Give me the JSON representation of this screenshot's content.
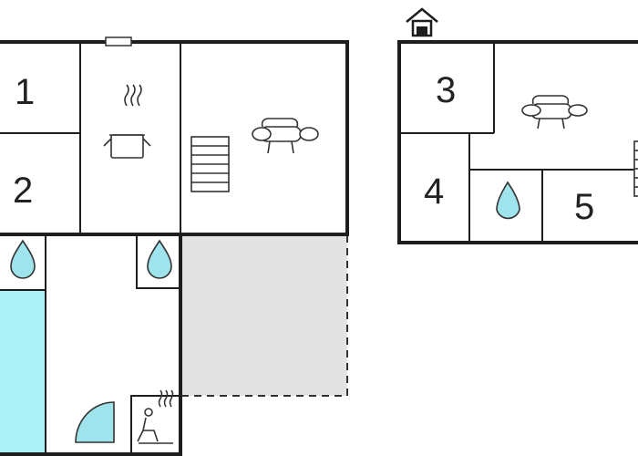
{
  "floorplan": {
    "colors": {
      "wall": "#1e1e1e",
      "water": "#9fe3ec",
      "pool": "#a9f0f7",
      "terrace": "#e2e2e2",
      "line": "#333333"
    },
    "main_building": {
      "rooms": [
        {
          "id": "room-1",
          "label": "1"
        },
        {
          "id": "room-2",
          "label": "2"
        }
      ],
      "icons": [
        "cooking-pot-icon",
        "staircase-icon",
        "sofa-icon",
        "water-drop-icon",
        "water-drop-icon",
        "shower-quarter-icon",
        "sauna-icon",
        "window-icon"
      ]
    },
    "annex_building": {
      "rooms": [
        {
          "id": "room-3",
          "label": "3"
        },
        {
          "id": "room-4",
          "label": "4"
        },
        {
          "id": "room-5",
          "label": "5"
        }
      ],
      "icons": [
        "house-entrance-icon",
        "sofa-icon",
        "water-drop-icon",
        "staircase-icon"
      ]
    },
    "areas": [
      "pool",
      "terrace"
    ]
  }
}
